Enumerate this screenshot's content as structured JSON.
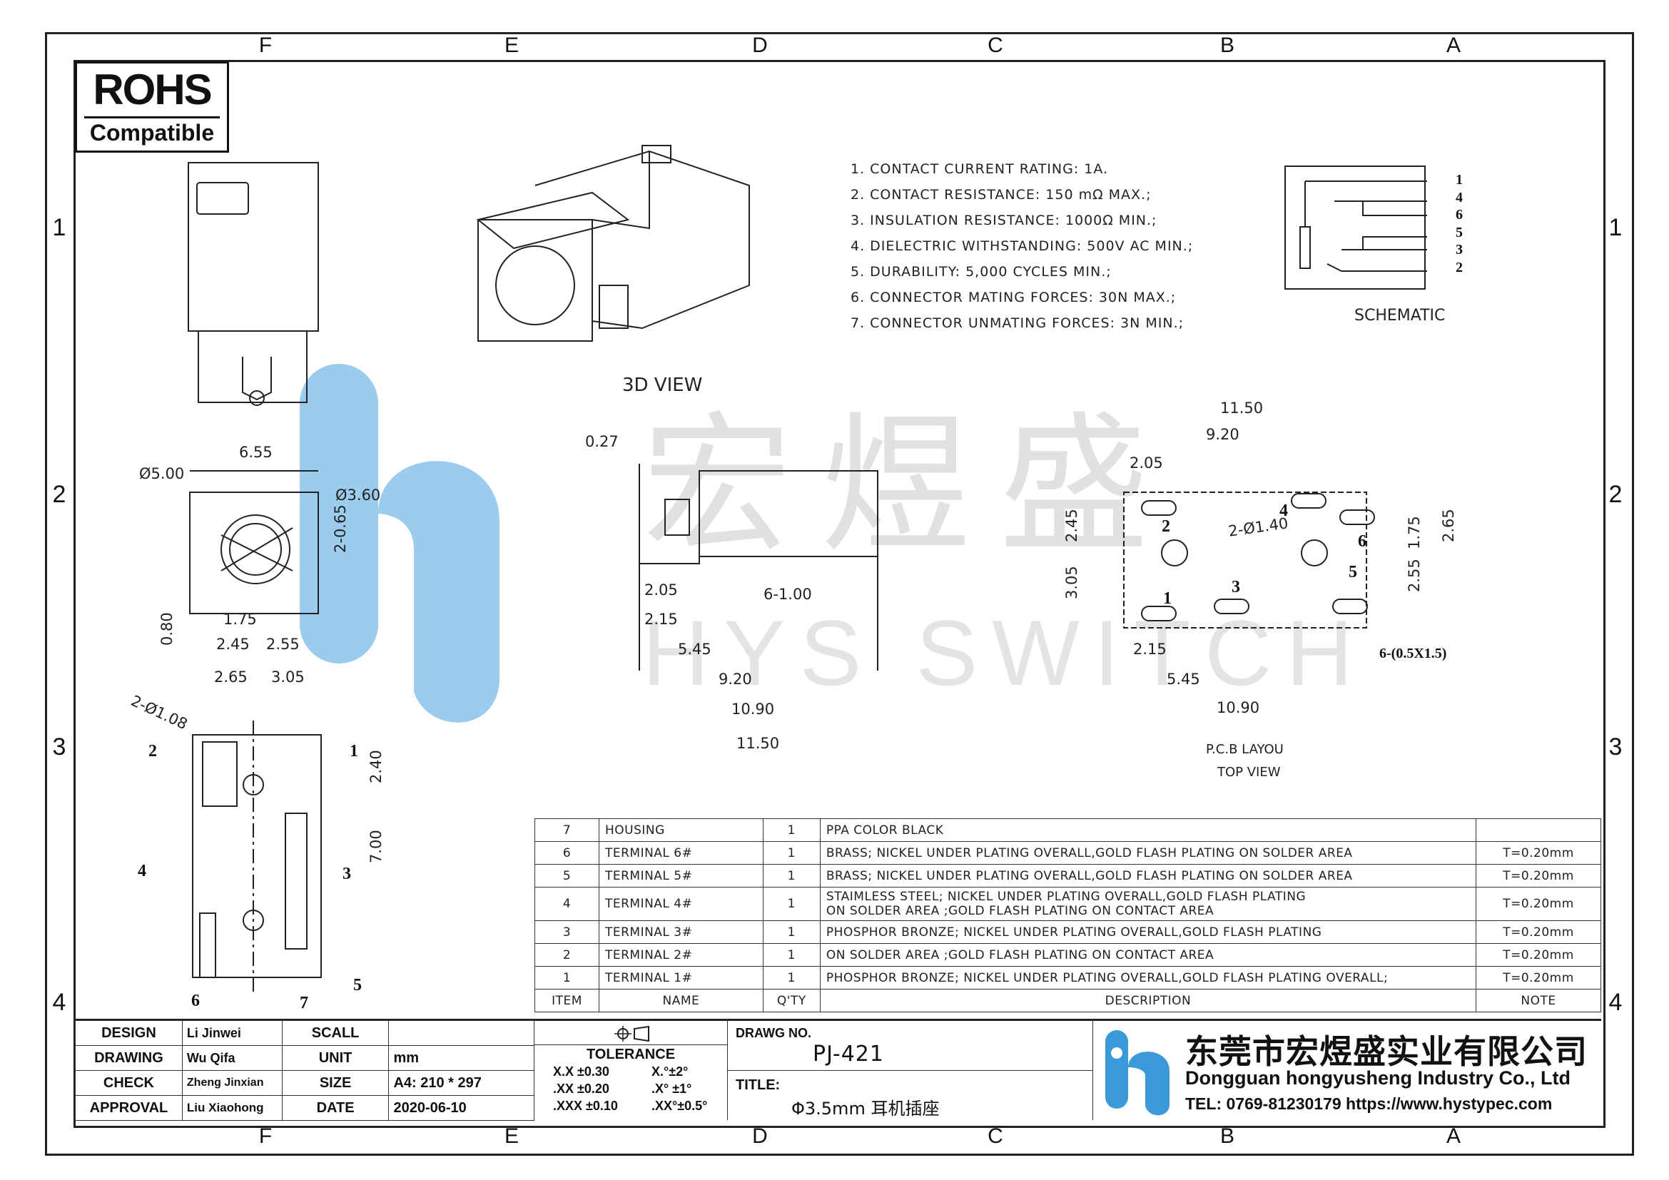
{
  "zones_top": [
    "F",
    "E",
    "D",
    "C",
    "B",
    "A"
  ],
  "zones_bottom": [
    "F",
    "E",
    "D",
    "C",
    "B",
    "A"
  ],
  "zones_side": [
    "1",
    "2",
    "3",
    "4"
  ],
  "rohs": {
    "title": "ROHS",
    "subtitle": "Compatible"
  },
  "specs": [
    "1. CONTACT CURRENT RATING:  1A.",
    "2. CONTACT RESISTANCE:  150 mΩ MAX.;",
    "3. INSULATION RESISTANCE:  1000Ω MIN.;",
    "4. DIELECTRIC WITHSTANDING:  500V AC MIN.;",
    "5. DURABILITY:  5,000 CYCLES MIN.;",
    "6. CONNECTOR MATING FORCES:  30N   MAX.;",
    "7. CONNECTOR UNMATING FORCES:  3N MIN.;"
  ],
  "labels": {
    "view3d": "3D VIEW",
    "schematic": "SCHEMATIC",
    "pcb_layout": "P.C.B LAYOU",
    "top_view": "TOP VIEW",
    "pad_note": "6-(0.5X1.5)"
  },
  "schematic_pins": [
    "1",
    "4",
    "6",
    "5",
    "3",
    "2"
  ],
  "watermark": {
    "cn": "宏煜盛",
    "en": "HYS SWITCH"
  },
  "front_dims": {
    "width": "6.55",
    "d1": "Ø5.00",
    "d2": "Ø3.60",
    "d3": "2-0.65",
    "h1": "0.80",
    "w1": "1.75",
    "w2": "2.45",
    "w3": "2.55",
    "w4": "2.65",
    "w5": "3.05"
  },
  "bottom_dims": {
    "holes": "2-Ø1.08",
    "h1": "2.40",
    "h2": "7.00",
    "pins": [
      "2",
      "1",
      "4",
      "3",
      "5",
      "6",
      "7"
    ]
  },
  "side_dims": {
    "t": "0.27",
    "a": "2.05",
    "b": "2.15",
    "c": "6-1.00",
    "d": "5.45",
    "e": "9.20",
    "f": "10.90",
    "g": "11.50"
  },
  "pcb_dims": {
    "a": "11.50",
    "b": "9.20",
    "c": "2.05",
    "d": "2.45",
    "e": "3.05",
    "f": "2-Ø1.40",
    "g": "1.75",
    "h": "2.65",
    "i": "2.55",
    "j": "2.15",
    "k": "5.45",
    "l": "10.90",
    "pads": [
      "2",
      "4",
      "6",
      "5",
      "1",
      "3"
    ]
  },
  "bom": {
    "rows": [
      {
        "item": "7",
        "name": "HOUSING",
        "qty": "1",
        "desc": "PPA    COLOR  BLACK",
        "note": ""
      },
      {
        "item": "6",
        "name": "TERMINAL  6#",
        "qty": "1",
        "desc": "BRASS;  NICKEL    UNDER PLATING OVERALL,GOLD  FLASH  PLATING  ON  SOLDER  AREA",
        "note": "T=0.20mm"
      },
      {
        "item": "5",
        "name": "TERMINAL  5#",
        "qty": "1",
        "desc": "BRASS;  NICKEL    UNDER PLATING OVERALL,GOLD  FLASH  PLATING  ON  SOLDER  AREA",
        "note": "T=0.20mm"
      },
      {
        "item": "4",
        "name": "TERMINAL  4#",
        "qty": "1",
        "desc": "STAIMLESS  STEEL;  NICKEL  UNDER PLATING  OVERALL,GOLD  FLASH  PLATING\nON  SOLDER  AREA  ;GOLD  FLASH  PLATING  ON  CONTACT  AREA",
        "note": "T=0.20mm"
      },
      {
        "item": "3",
        "name": "TERMINAL  3#",
        "qty": "1",
        "desc": "PHOSPHOR  BRONZE;  NICKEL  UNDER PLATING  OVERALL,GOLD  FLASH  PLATING",
        "note": "T=0.20mm"
      },
      {
        "item": "2",
        "name": "TERMINAL  2#",
        "qty": "1",
        "desc": "ON  SOLDER  AREA  ;GOLD  FLASH  PLATING  ON  CONTACT  AREA",
        "note": "T=0.20mm"
      },
      {
        "item": "1",
        "name": "TERMINAL  1#",
        "qty": "1",
        "desc": "PHOSPHOR  BRONZE;  NICKEL  UNDER  PLATING  OVERALL,GOLD  FLASH  PLATING  OVERALL;",
        "note": "T=0.20mm"
      }
    ],
    "header": {
      "item": "ITEM",
      "name": "NAME",
      "qty": "Q'TY",
      "desc": "DESCRIPTION",
      "note": "NOTE"
    }
  },
  "titleblock": {
    "rows": [
      {
        "label": "DESIGN",
        "person": "Li Jinwei",
        "key": "SCALL",
        "value": ""
      },
      {
        "label": "DRAWING",
        "person": "Wu Qifa",
        "key": "UNIT",
        "value": "mm"
      },
      {
        "label": "CHECK",
        "person": "Zheng Jinxian",
        "key": "SIZE",
        "value": "A4: 210 * 297"
      },
      {
        "label": "APPROVAL",
        "person": "Liu Xiaohong",
        "key": "DATE",
        "value": "2020-06-10"
      }
    ],
    "tolerance_title": "TOLERANCE",
    "tolerance": [
      [
        "X.X  ±0.30",
        "X.°±2°"
      ],
      [
        ".XX  ±0.20",
        ".X° ±1°"
      ],
      [
        ".XXX  ±0.10",
        ".XX°±0.5°"
      ]
    ],
    "drawing_no_label": "DRAWG NO.",
    "drawing_no": "PJ-421",
    "title_label": "TITLE:",
    "title": "Φ3.5mm 耳机插座",
    "company_cn": "东莞市宏煜盛实业有限公司",
    "company_en": "Dongguan hongyusheng Industry Co., Ltd",
    "contact": "TEL: 0769-81230179   https://www.hystypec.com"
  },
  "colors": {
    "logo_blue": "#3a9ad9",
    "line": "#222222"
  }
}
